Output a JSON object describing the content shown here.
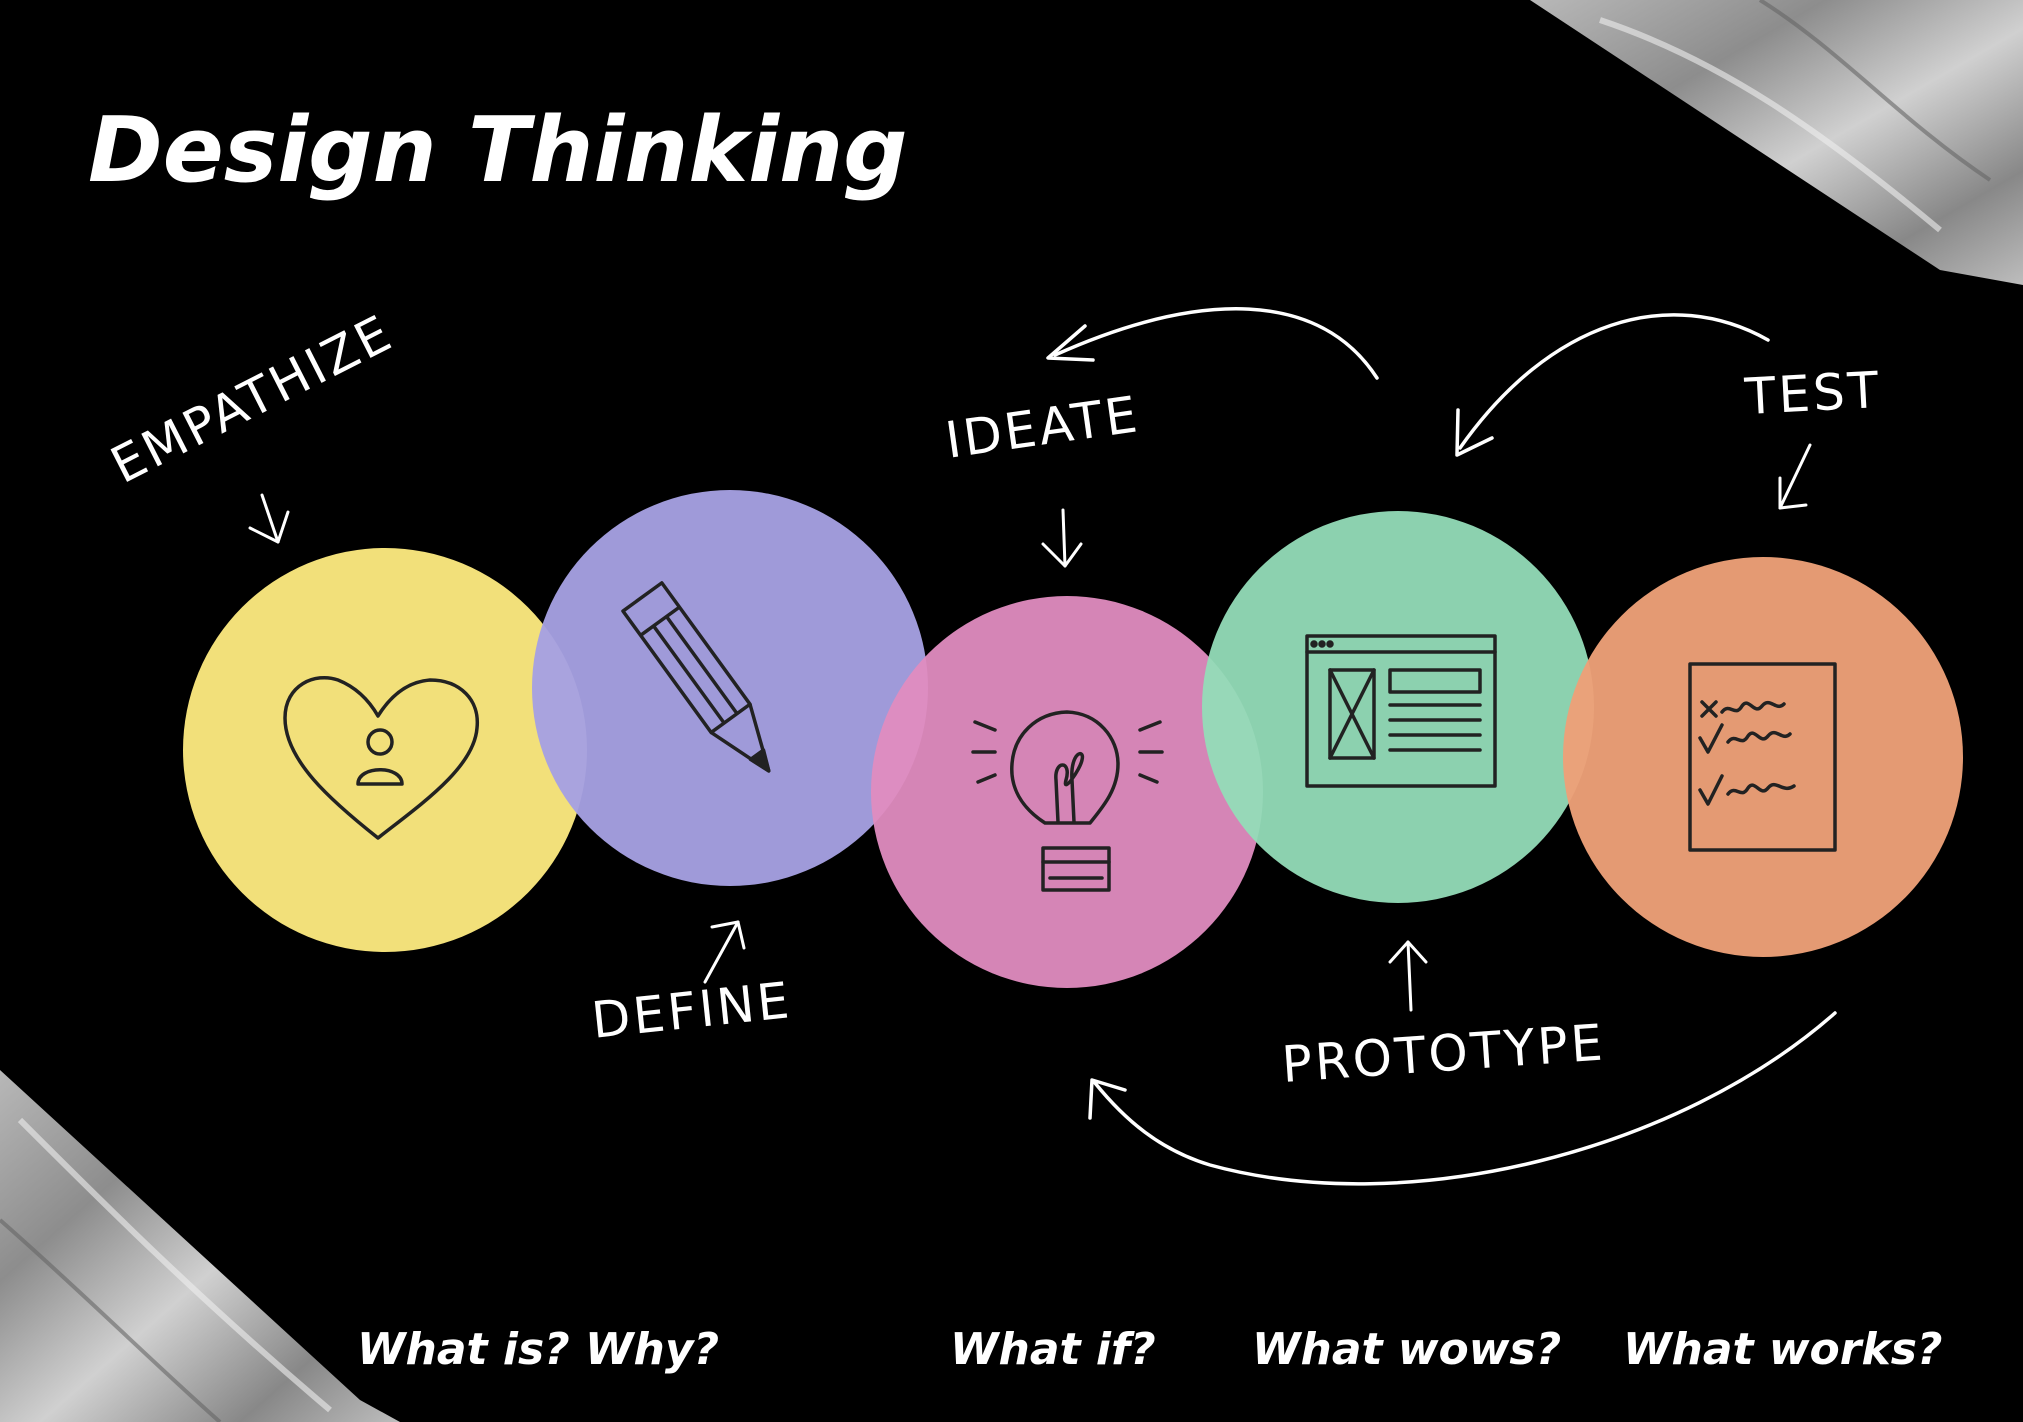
{
  "title": "Design Thinking",
  "stages": [
    {
      "label": "EMPATHIZE",
      "icon": "heart-person-icon",
      "color": "#f2e07a"
    },
    {
      "label": "DEFINE",
      "icon": "pencil-icon",
      "color": "#a5a0e2"
    },
    {
      "label": "IDEATE",
      "icon": "lightbulb-icon",
      "color": "#e08cc0"
    },
    {
      "label": "PROTOTYPE",
      "icon": "browser-window-icon",
      "color": "#94dcb8"
    },
    {
      "label": "TEST",
      "icon": "checklist-icon",
      "color": "#eda078"
    }
  ],
  "questions": {
    "what_is_why": "What is?  Why?",
    "what_if": "What if?",
    "what_wows": "What wows?",
    "what_works": "What works?"
  },
  "background": "#000000",
  "tape": "tape-corner"
}
